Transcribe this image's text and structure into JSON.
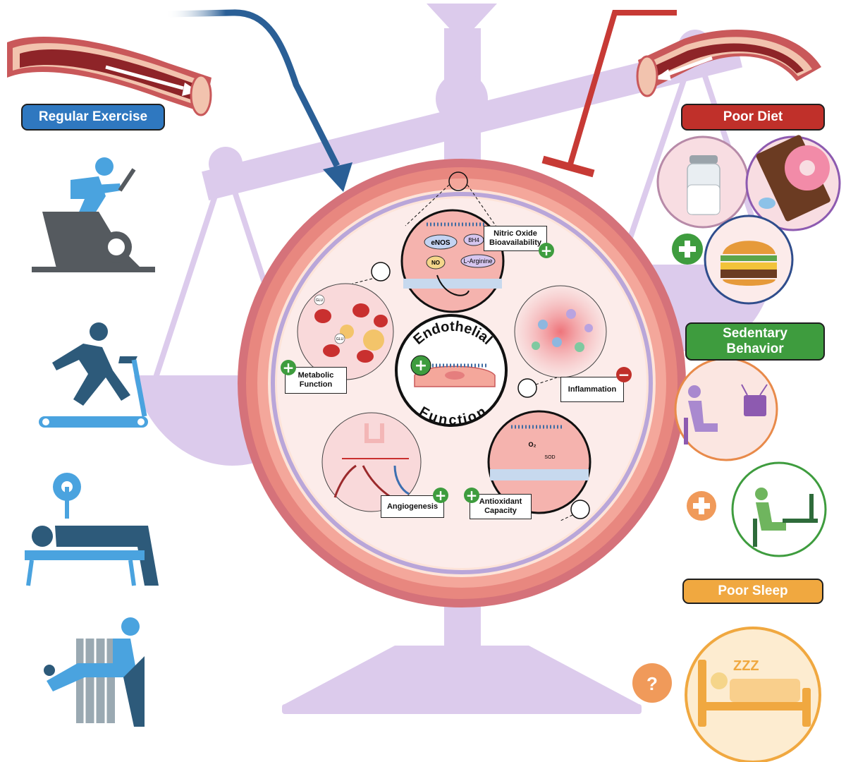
{
  "left": {
    "label": "Regular Exercise",
    "color": "#2f78c0",
    "icons": [
      "stationary-bike-icon",
      "treadmill-runner-icon",
      "bench-press-icon",
      "leg-extension-machine-icon"
    ]
  },
  "right": {
    "poor_diet": {
      "label": "Poor Diet",
      "color": "#c0302a",
      "icons": [
        "salt-shaker-icon",
        "donut-chocolate-candy-icon",
        "burger-icon"
      ]
    },
    "sedentary": {
      "label": "Sedentary Behavior",
      "line1": "Sedentary",
      "line2": "Behavior",
      "color": "#3e9c3e",
      "icons": [
        "watching-tv-icon",
        "computer-desk-icon"
      ]
    },
    "poor_sleep": {
      "label": "Poor Sleep",
      "color": "#f0a840",
      "icons": [
        "bed-sleep-icon",
        "question-mark-icon"
      ],
      "snore": "ZZZ",
      "question": "?"
    }
  },
  "center": {
    "title_top": "Endothelial",
    "title_bottom": "Function",
    "modules": {
      "nitric_oxide": {
        "label_line1": "Nitric Oxide",
        "label_line2": "Bioavailability",
        "sign": "+",
        "enos": "eNOS",
        "bh4": "BH4",
        "no": "NO",
        "arginine": "L-Arginine"
      },
      "metabolic": {
        "label_line1": "Metabolic",
        "label_line2": "Function",
        "sign": "+",
        "glu": "GLU"
      },
      "inflammation": {
        "label": "Inflammation",
        "sign": "−"
      },
      "angiogenesis": {
        "label": "Angiogenesis",
        "sign": "+"
      },
      "antioxidant": {
        "label_line1": "Antioxidant",
        "label_line2": "Capacity",
        "sign": "+",
        "o2": "O₂",
        "sod": "SOD"
      }
    }
  },
  "colors": {
    "scale": "#dccbec",
    "exercise_arrow": "#2a5f96",
    "risk_inhibitor": "#c73a35",
    "plus_green": "#3e9c3e",
    "minus_red": "#c0302a",
    "vessel": "#e8877f"
  }
}
